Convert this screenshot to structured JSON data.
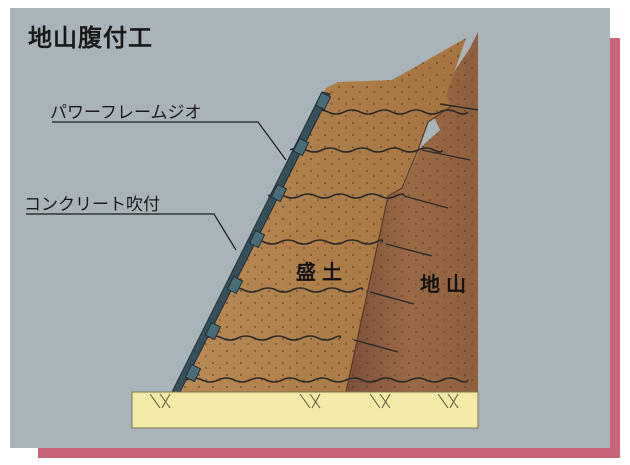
{
  "title": "地山腹付工",
  "labels": {
    "frame": "パワーフレームジオ",
    "shotcrete": "コンクリート吹付",
    "fill": "盛土",
    "natural_ground": "地山"
  },
  "colors": {
    "background": "#a9b4ba",
    "shadow": "#c76477",
    "fill_soil": "#a97846",
    "natural_ground": "#8f5f3c",
    "base": "#f4eaa8",
    "frame": "#35505a"
  }
}
